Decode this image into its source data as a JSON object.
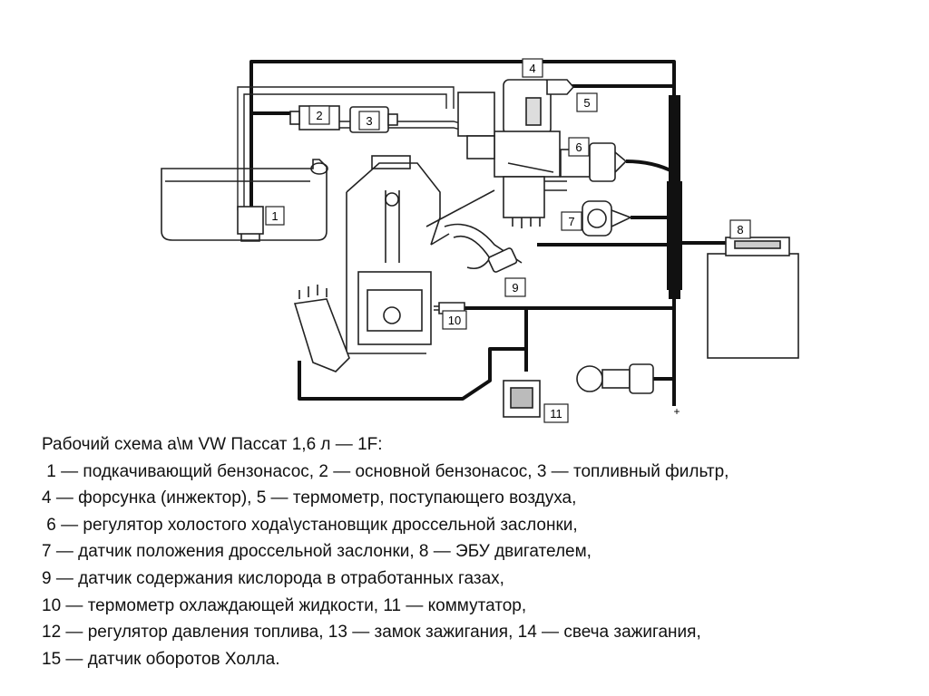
{
  "diagram": {
    "labels": [
      "1",
      "2",
      "3",
      "4",
      "5",
      "6",
      "7",
      "8",
      "9",
      "10",
      "11"
    ],
    "plus_sign": "+"
  },
  "caption": {
    "title": "Рабочий схема а\\м VW Пассат 1,6 л — 1F:",
    "lines": [
      " 1 — подкачивающий бензонасос, 2 — основной бензонасос, 3 — топливный фильтр,",
      "4 — форсунка (инжектор), 5 — термометр, поступающего воздуха,",
      " 6 — регулятор холостого хода\\установщик дроссельной заслонки,",
      "7 — датчик положения дроссельной заслонки, 8 — ЭБУ двигателем,",
      "9 — датчик содержания кислорода в отработанных газах,",
      "10 — термометр охлаждающей жидкости, 11 — коммутатор,",
      "12 — регулятор давления топлива, 13 — замок зажигания, 14 — свеча зажигания,",
      "15 — датчик оборотов Холла."
    ]
  }
}
